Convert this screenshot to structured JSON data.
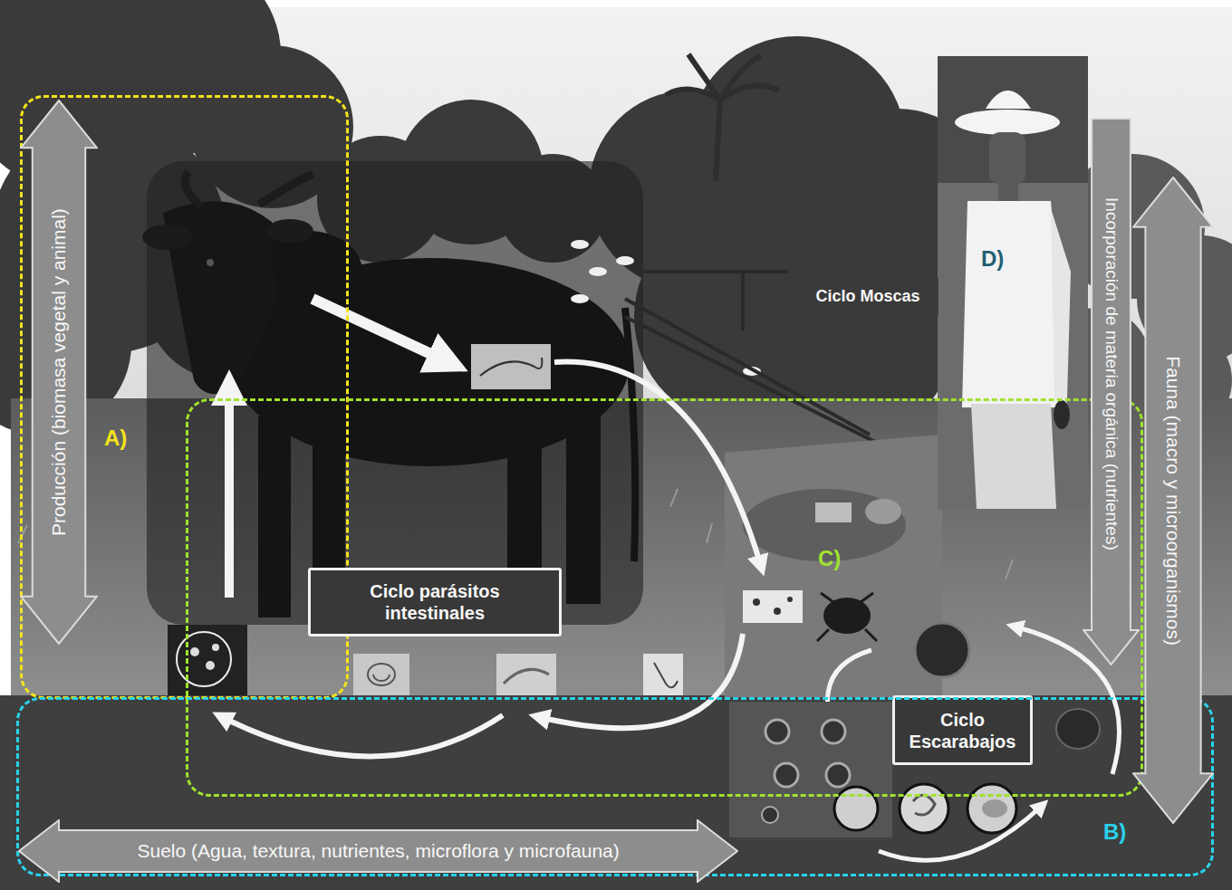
{
  "diagram": {
    "nodes": [
      {
        "text": [
          "A)"
        ]
      },
      {
        "text": [
          "Producción (biomasa vegetal y animal)"
        ],
        "in": 0
      },
      {
        "text": [
          "Ciclo Moscas"
        ]
      },
      {
        "text": [
          "C)"
        ]
      },
      {
        "text": [
          "Ciclo parásitos intestinales"
        ],
        "in": 3
      },
      {
        "text": [
          "Ciclo Escarabajos"
        ],
        "in": 3
      },
      {
        "text": [
          "Incorporación de materia orgánica (nutrientes)"
        ]
      },
      {
        "text": [
          "Fauna (macro y microorganismos)"
        ]
      },
      {
        "text": [
          "B)"
        ]
      },
      {
        "text": [
          "Suelo (Agua, textura, nutrientes, microflora y microfauna)"
        ],
        "in": 8
      }
    ],
    "labels": [
      "D)"
    ]
  }
}
